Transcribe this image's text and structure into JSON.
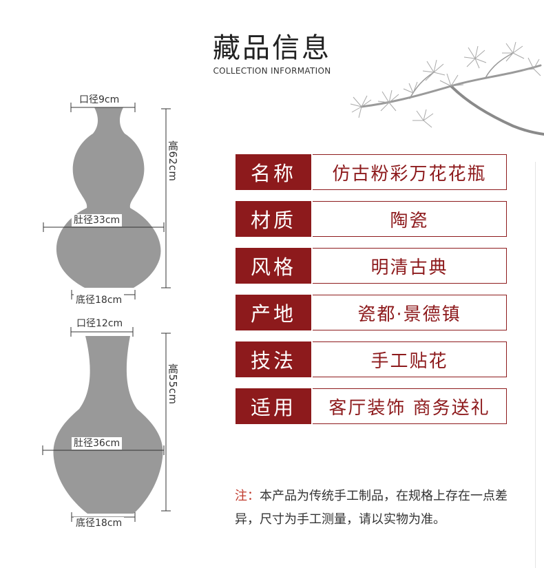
{
  "header": {
    "title_cn": "藏品信息",
    "title_en": "COLLECTION INFORMATION"
  },
  "colors": {
    "accent": "#8d1a1c",
    "vase_fill": "#999999",
    "note_prefix": "#c0392b"
  },
  "vase1": {
    "mouth": "口径9cm",
    "height": "高62cm",
    "belly": "肚径33cm",
    "base": "底径18cm"
  },
  "vase2": {
    "mouth": "口径12cm",
    "height": "高55cm",
    "belly": "肚径36cm",
    "base": "底径18cm"
  },
  "specs": [
    {
      "label": "名称",
      "value": "仿古粉彩万花花瓶"
    },
    {
      "label": "材质",
      "value": "陶瓷"
    },
    {
      "label": "风格",
      "value": "明清古典"
    },
    {
      "label": "产地",
      "value": "瓷都·景德镇"
    },
    {
      "label": "技法",
      "value": "手工贴花"
    },
    {
      "label": "适用",
      "value": "客厅装饰 商务送礼"
    }
  ],
  "note": {
    "prefix": "注：",
    "text": "本产品为传统手工制品，在规格上存在一点差异，尺寸为手工测量，请以实物为准。"
  }
}
